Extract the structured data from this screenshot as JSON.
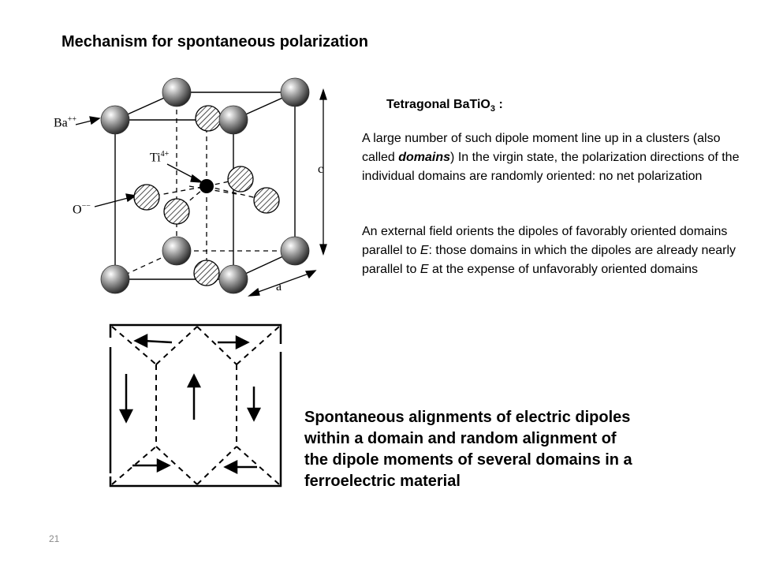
{
  "slide": {
    "title": "Mechanism for spontaneous polarization",
    "subtitle_main": "Tetragonal BaTiO",
    "subtitle_sub": "3",
    "subtitle_suffix": " :",
    "paragraph1": {
      "before": "A large number of such dipole moment line up in a clusters (also called ",
      "emph": "domains",
      "after": ") In the virgin state, the polarization directions of the individual domains are randomly oriented: no net polarization"
    },
    "paragraph2": {
      "part1": " An external field orients the dipoles of favorably oriented domains parallel to ",
      "e1": "E",
      "part2": ": those domains in which the dipoles are already nearly parallel to ",
      "e2": "E",
      "part3": " at the expense of unfavorably oriented domains"
    },
    "caption": "Spontaneous alignments of electric dipoles within a domain and random alignment of the dipole moments of several domains in a ferroelectric material",
    "page_number": "21"
  },
  "crystal_labels": {
    "ba": "Ba",
    "ba_charge": "++",
    "ti": "Ti",
    "ti_charge": "4+",
    "o": "O",
    "o_charge": "−−",
    "c": "c",
    "a": "a"
  }
}
